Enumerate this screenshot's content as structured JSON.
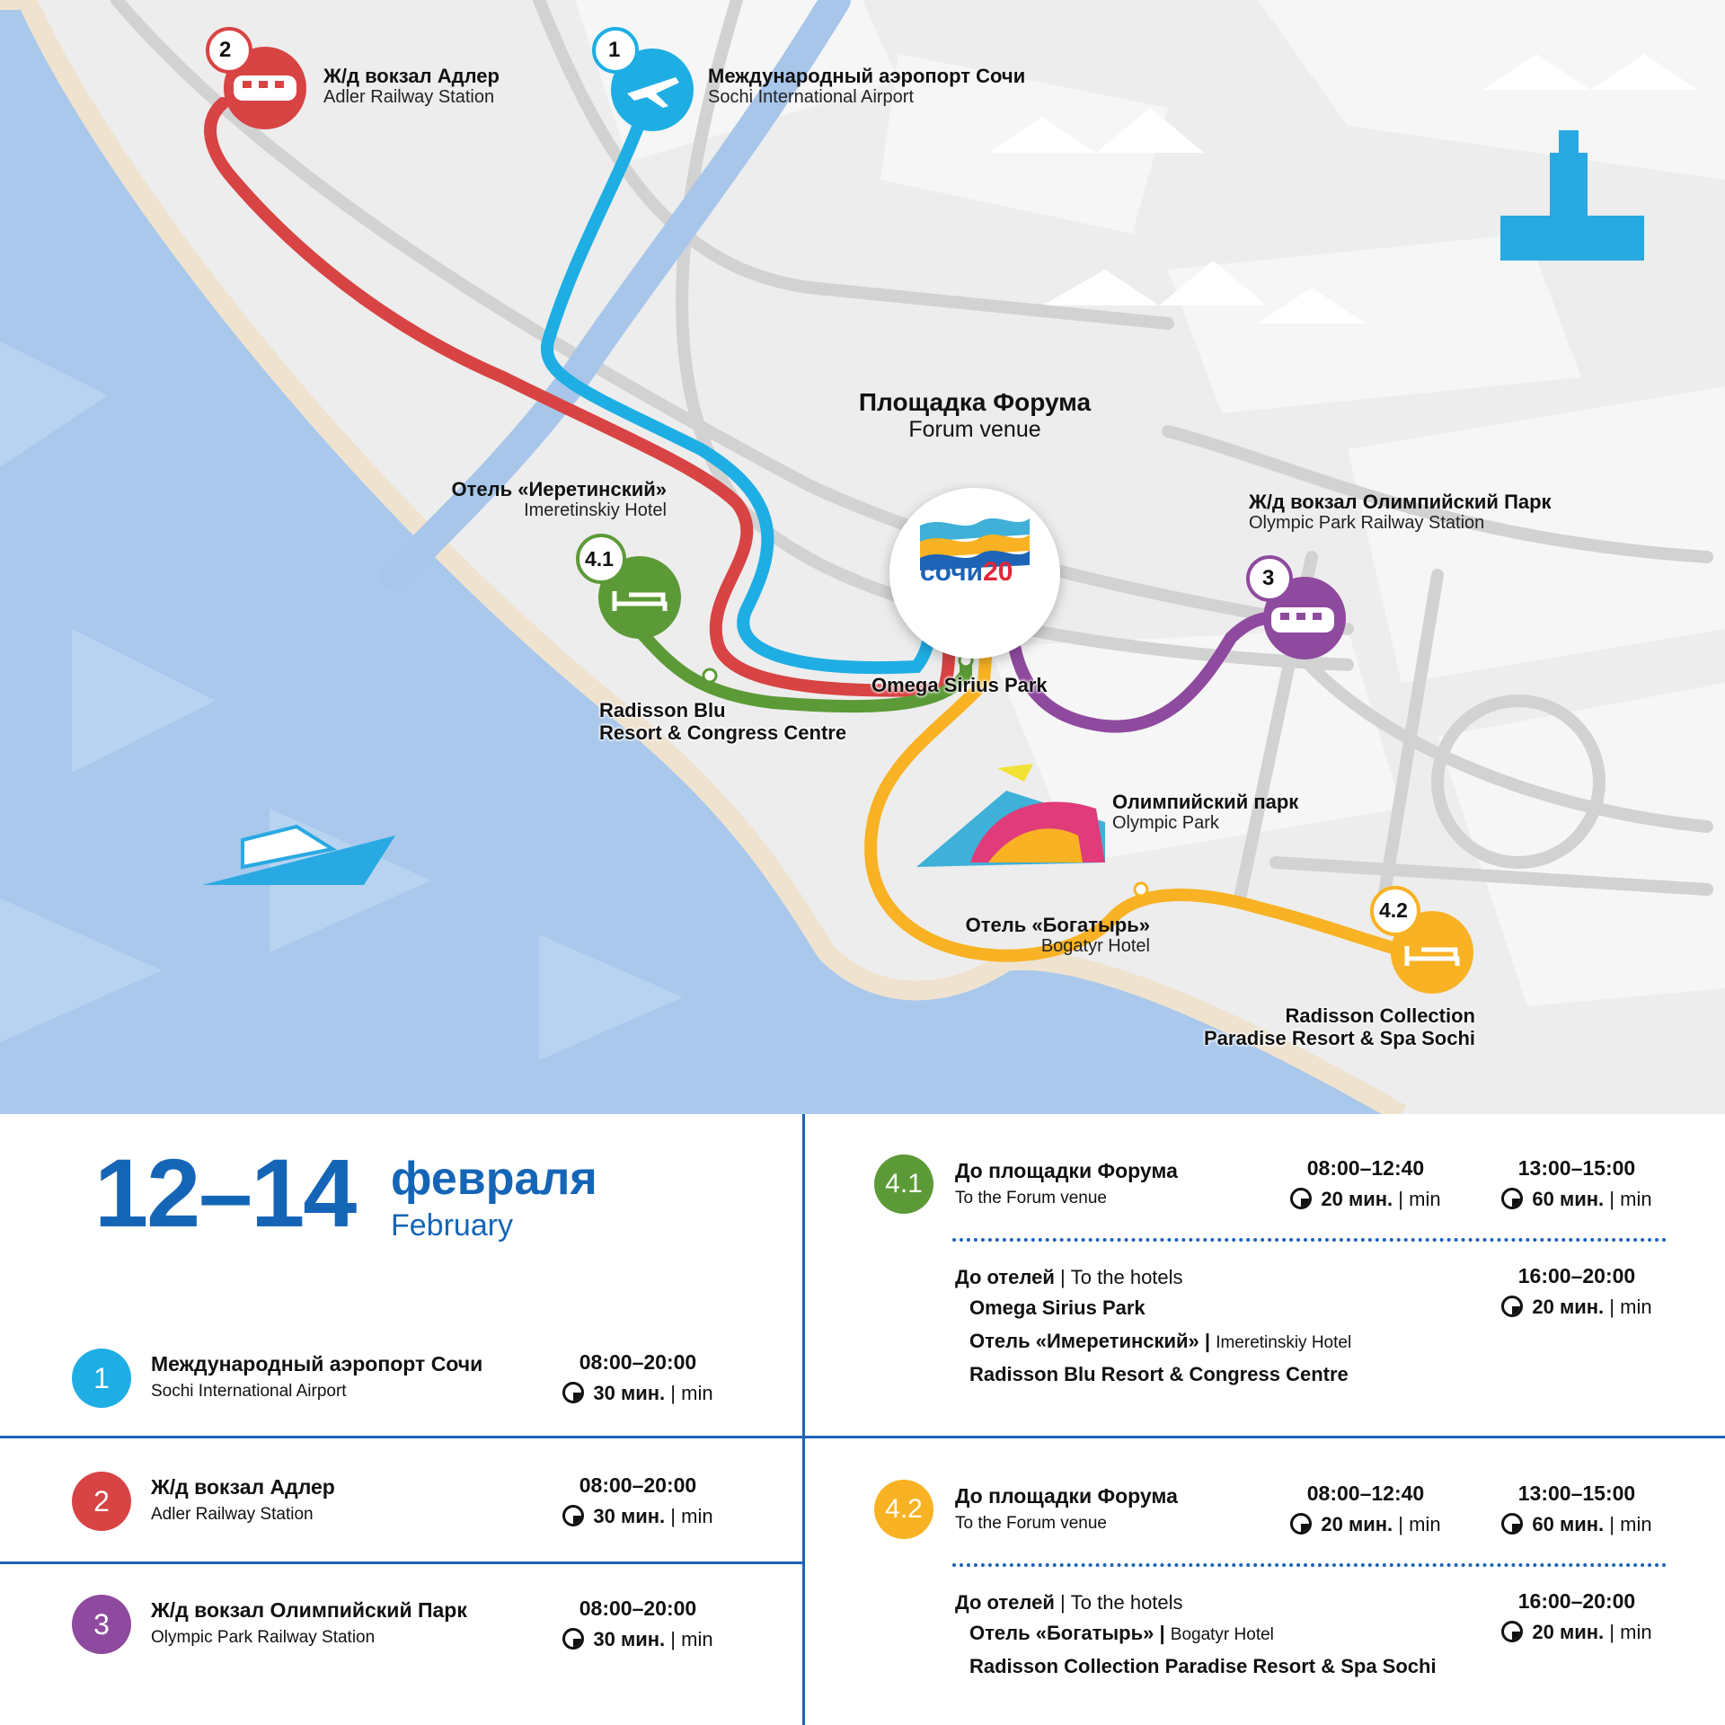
{
  "colors": {
    "route1": "#1eaee4",
    "route2": "#d84344",
    "route3": "#8e4a9e",
    "route41": "#5c9a37",
    "route42": "#f8b223",
    "accent": "#1565b7",
    "sea": "#a9c8ec"
  },
  "venue": {
    "title_ru": "Площадка Форума",
    "title_en": "Forum venue",
    "logo_text": "сочи",
    "logo_num": "20"
  },
  "map_points": {
    "p1": {
      "num": "1",
      "ru": "Международный аэропорт Сочи",
      "en": "Sochi International Airport",
      "icon": "airplane-icon"
    },
    "p2": {
      "num": "2",
      "ru": "Ж/д вокзал Адлер",
      "en": "Adler Railway Station",
      "icon": "train-icon"
    },
    "p3": {
      "num": "3",
      "ru": "Ж/д вокзал Олимпийский Парк",
      "en": "Olympic Park Railway Station",
      "icon": "train-icon"
    },
    "p41": {
      "num": "4.1",
      "ru": "Отель «Иеретинский»",
      "en": "Imeretinskiy Hotel",
      "icon": "bed-icon"
    },
    "p42": {
      "num": "4.2",
      "icon": "bed-icon"
    }
  },
  "map_labels": {
    "omega": "Omega Sirius Park",
    "radisson_blu_1": "Radisson Blu",
    "radisson_blu_2": "Resort & Congress Centre",
    "olympic_ru": "Олимпийский парк",
    "olympic_en": "Olympic Park",
    "bogatyr_ru": "Отель «Богатырь»",
    "bogatyr_en": "Bogatyr Hotel",
    "rc_1": "Radisson Collection",
    "rc_2": "Paradise Resort & Spa Sochi"
  },
  "dates": {
    "range": "12–14",
    "month_ru": "февраля",
    "month_en": "February"
  },
  "routes": [
    {
      "num": "1",
      "ru": "Международный аэропорт Сочи",
      "en": "Sochi International Airport",
      "time": "08:00–20:00",
      "dur_ru": "30 мин.",
      "dur_en": "min"
    },
    {
      "num": "2",
      "ru": "Ж/д вокзал Адлер",
      "en": "Adler Railway Station",
      "time": "08:00–20:00",
      "dur_ru": "30 мин.",
      "dur_en": "min"
    },
    {
      "num": "3",
      "ru": "Ж/д вокзал Олимпийский Парк",
      "en": "Olympic Park Railway Station",
      "time": "08:00–20:00",
      "dur_ru": "30 мин.",
      "dur_en": "min"
    }
  ],
  "shuttles": [
    {
      "num": "4.1",
      "to_forum_ru": "До площадки Форума",
      "to_forum_en": "To the Forum venue",
      "slot1_time": "08:00–12:40",
      "slot1_dur": "20 мин.",
      "slot2_time": "13:00–15:00",
      "slot2_dur": "60 мин.",
      "to_hotels_ru": "До отелей",
      "to_hotels_en": "To the hotels",
      "slot3_time": "16:00–20:00",
      "slot3_dur": "20 мин.",
      "dur_en": "min",
      "hotels": [
        {
          "ru": "Omega Sirius Park",
          "en": ""
        },
        {
          "ru": "Отель «Имеретинский»",
          "en": "Imeretinskiy Hotel"
        },
        {
          "ru": "Radisson Blu Resort & Congress Centre",
          "en": ""
        }
      ]
    },
    {
      "num": "4.2",
      "to_forum_ru": "До площадки Форума",
      "to_forum_en": "To the Forum venue",
      "slot1_time": "08:00–12:40",
      "slot1_dur": "20 мин.",
      "slot2_time": "13:00–15:00",
      "slot2_dur": "60 мин.",
      "to_hotels_ru": "До отелей",
      "to_hotels_en": "To the hotels",
      "slot3_time": "16:00–20:00",
      "slot3_dur": "20 мин.",
      "dur_en": "min",
      "hotels": [
        {
          "ru": "Отель «Богатырь»",
          "en": "Bogatyr Hotel"
        },
        {
          "ru": "Radisson Collection Paradise Resort & Spa Sochi",
          "en": ""
        }
      ]
    }
  ]
}
